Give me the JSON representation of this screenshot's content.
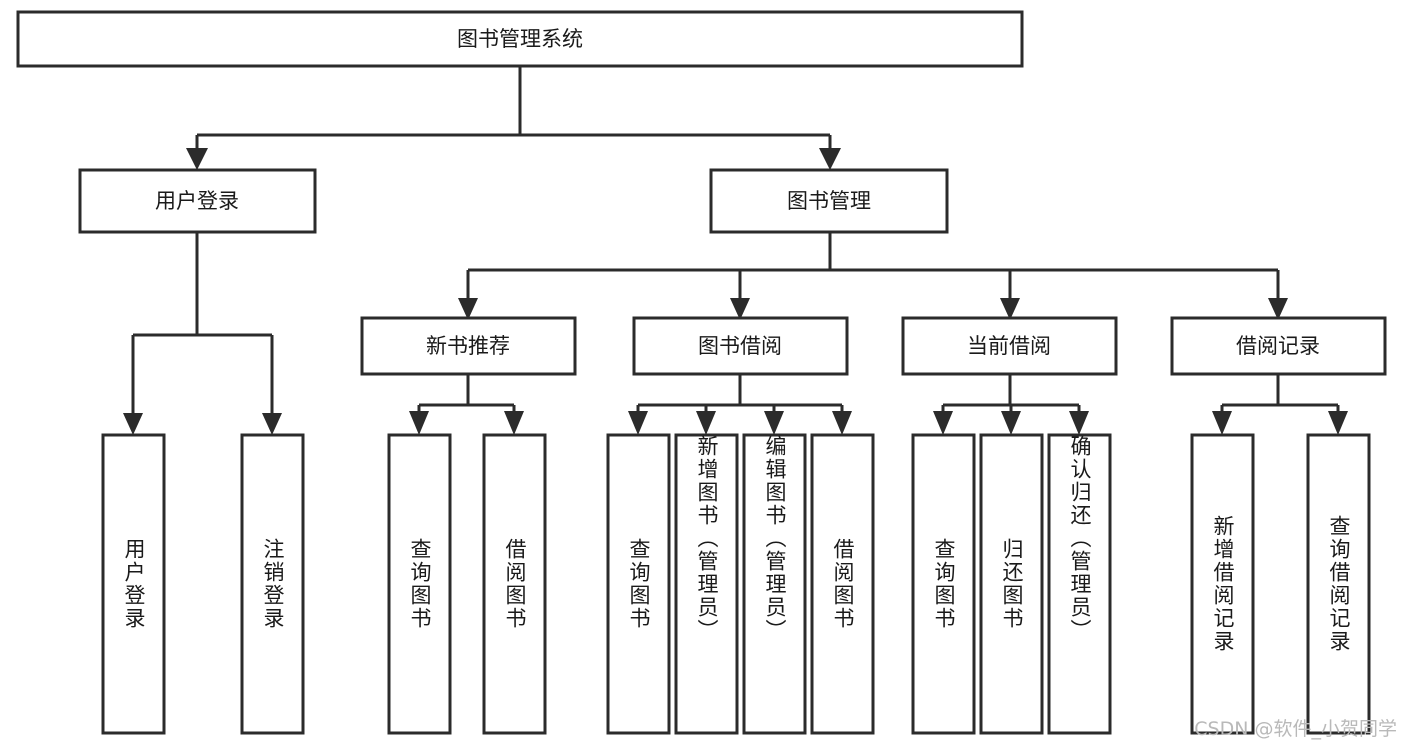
{
  "diagram": {
    "type": "tree",
    "title": "图书管理系统",
    "orientation": "top-down",
    "colors": {
      "box_border": "#2b2b2b",
      "box_fill": "#ffffff",
      "connector": "#2b2b2b",
      "text": "#1a1a1a",
      "background": "#ffffff",
      "watermark": "#b9b9b9"
    },
    "root": {
      "label": "图书管理系统"
    },
    "level2": [
      {
        "label": "用户登录"
      },
      {
        "label": "图书管理"
      }
    ],
    "level3": [
      {
        "label": "新书推荐"
      },
      {
        "label": "图书借阅"
      },
      {
        "label": "当前借阅"
      },
      {
        "label": "借阅记录"
      }
    ],
    "leaves": {
      "user_login": [
        {
          "label": "用户登录"
        },
        {
          "label": "注销登录"
        }
      ],
      "new_book_recommend": [
        {
          "label": "查询图书"
        },
        {
          "label": "借阅图书"
        }
      ],
      "book_borrow": [
        {
          "label": "查询图书"
        },
        {
          "label": "新增图书（管理员）"
        },
        {
          "label": "编辑图书（管理员）"
        },
        {
          "label": "借阅图书"
        }
      ],
      "current_borrow": [
        {
          "label": "查询图书"
        },
        {
          "label": "归还图书"
        },
        {
          "label": "确认归还（管理员）"
        }
      ],
      "borrow_record": [
        {
          "label": "新增借阅记录"
        },
        {
          "label": "查询借阅记录"
        }
      ]
    }
  },
  "watermark": {
    "text": "CSDN @软件_小贺同学"
  }
}
